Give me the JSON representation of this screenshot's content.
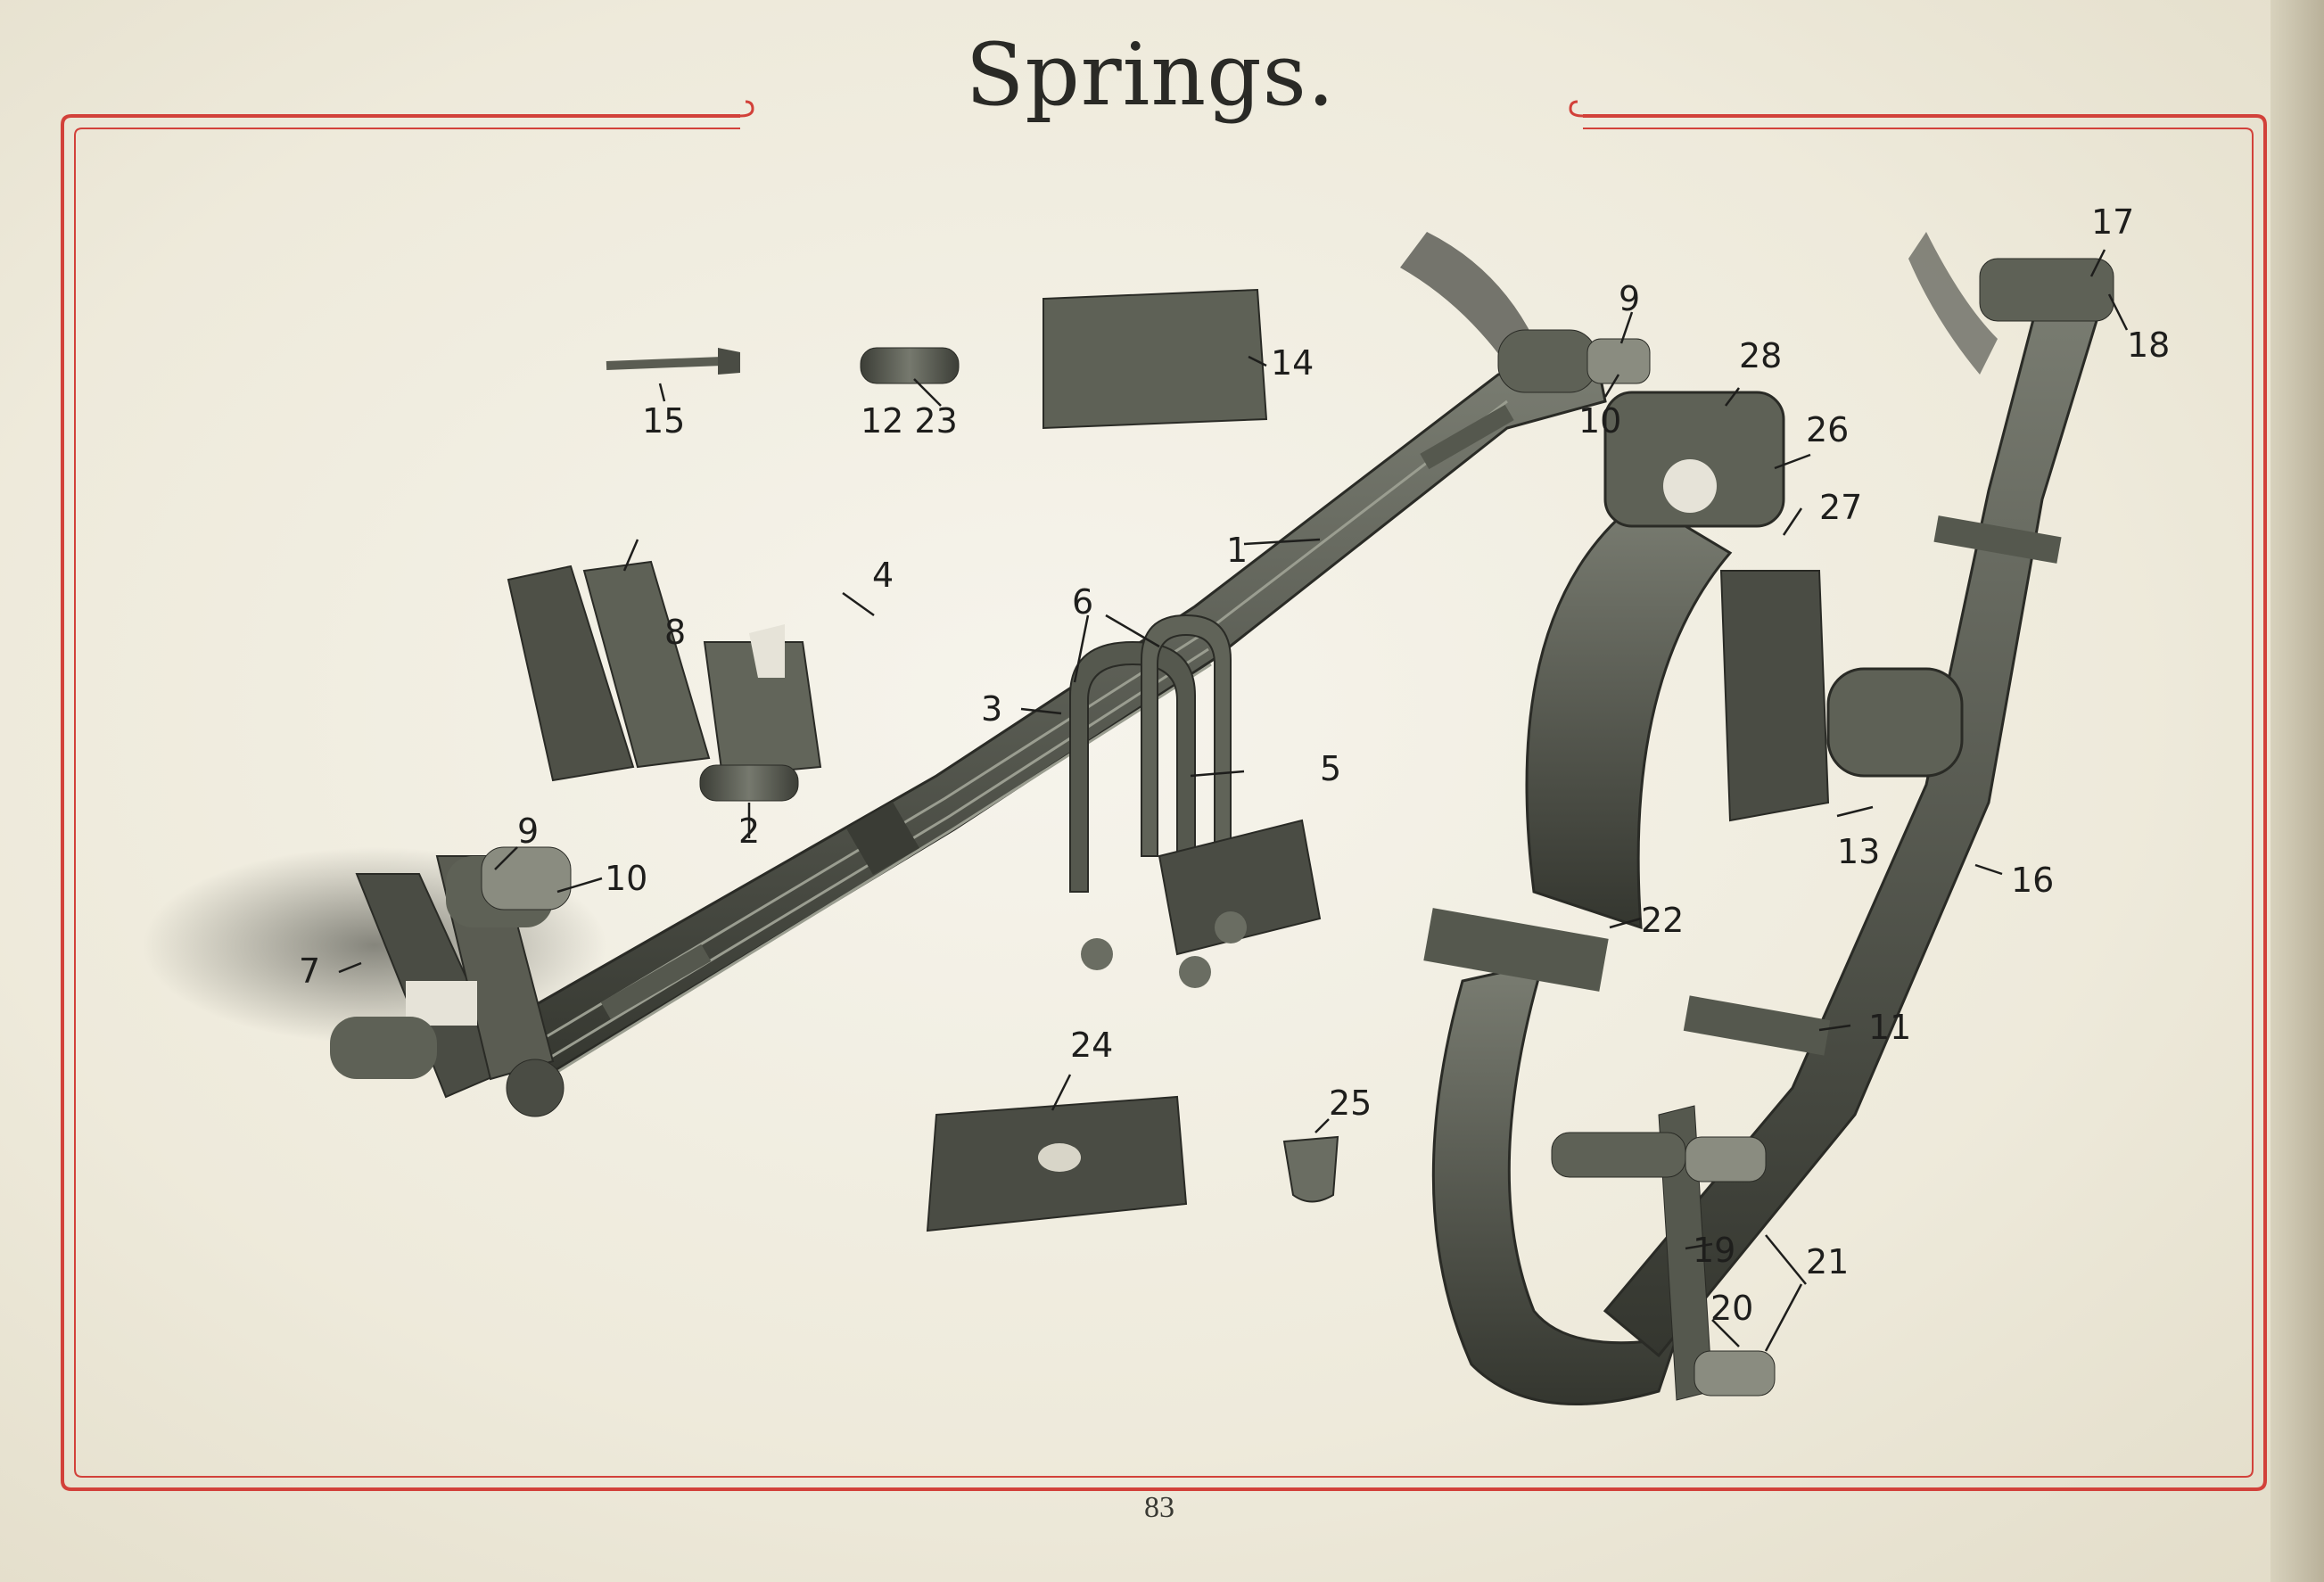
{
  "title": "Springs.",
  "page_number": "83",
  "part_labels": {
    "p1": "1",
    "p2": "2",
    "p3": "3",
    "p4": "4",
    "p5": "5",
    "p6": "6",
    "p7": "7",
    "p8": "8",
    "p9a": "9",
    "p9b": "9",
    "p10a": "10",
    "p10b": "10",
    "p11": "11",
    "p12_23": "12 23",
    "p13": "13",
    "p14": "14",
    "p15": "15",
    "p16": "16",
    "p17": "17",
    "p18": "18",
    "p19": "19",
    "p20": "20",
    "p21": "21",
    "p22": "22",
    "p24": "24",
    "p25": "25",
    "p26": "26",
    "p27": "27",
    "p28": "28"
  },
  "colors": {
    "border": "#d2413a",
    "metal": "#4a4d44",
    "metal_light": "#8a8c80",
    "paper": "#f2f0e6"
  }
}
